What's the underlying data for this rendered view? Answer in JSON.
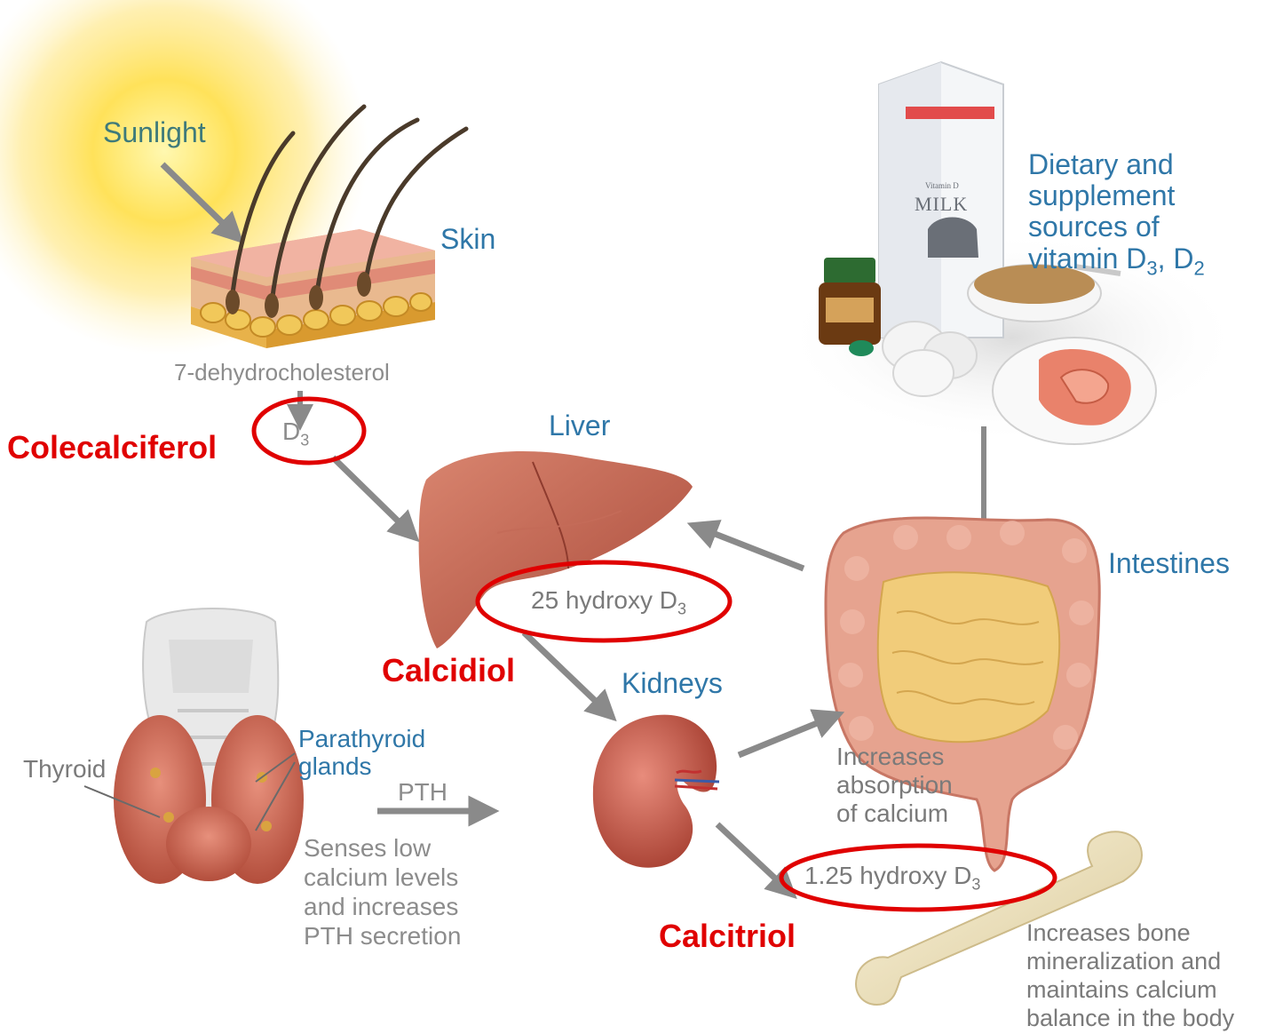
{
  "labels": {
    "sunlight": "Sunlight",
    "skin": "Skin",
    "precursor": "7-dehydrocholesterol",
    "d3": "D",
    "d3_sub": "3",
    "liver": "Liver",
    "kidneys": "Kidneys",
    "intestines": "Intestines",
    "thyroid": "Thyroid",
    "parathyroid": [
      "Parathyroid",
      "glands"
    ],
    "pth": "PTH",
    "hydroxy25": "25 hydroxy D",
    "hydroxy25_sub": "3",
    "hydroxy125": "1.25 hydroxy D",
    "hydroxy125_sub": "3",
    "dietary": [
      "Dietary and",
      "supplement",
      "sources of"
    ],
    "dietary_last": "vitamin D",
    "dietary_sub1": "3",
    "dietary_mid": ", D",
    "dietary_sub2": "2",
    "intestine_note": [
      "Increases",
      "absorption",
      "of calcium"
    ],
    "pth_note": [
      "Senses low",
      "calcium levels",
      "and increases",
      "PTH secretion"
    ],
    "bone_note": [
      "Increases bone",
      "mineralization and",
      "maintains calcium",
      "balance in the body"
    ],
    "milk_carton": "MILK",
    "milk_carton_small": "Vitamin D"
  },
  "annotations": {
    "colecalciferol": "Colecalciferol",
    "calcidiol": "Calcidiol",
    "calcitriol": "Calcitriol"
  },
  "colors": {
    "accent_red": "#e00000",
    "label_blue": "#2f77a8",
    "label_gray": "#8c8c8c",
    "arrow_gray": "#8a8a8a"
  }
}
